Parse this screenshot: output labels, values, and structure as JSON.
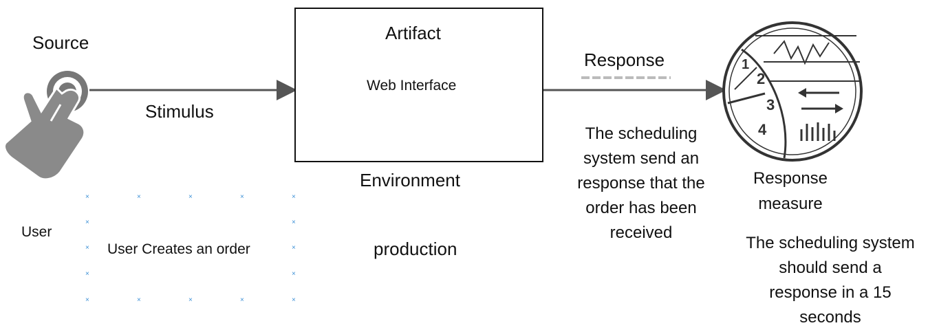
{
  "source": {
    "label": "Source",
    "icon": "touch-hand-icon"
  },
  "stimulus": {
    "label": "Stimulus",
    "value": "User Creates an order",
    "source_value": "User"
  },
  "artifact": {
    "label": "Artifact",
    "value": "Web Interface"
  },
  "environment": {
    "label": "Environment",
    "value": "production"
  },
  "response": {
    "label": "Response",
    "value_lines": [
      "The scheduling",
      "system send an",
      "response that the",
      "order has been",
      "received"
    ]
  },
  "response_measure": {
    "label_lines": [
      "Response",
      "measure"
    ],
    "value_lines": [
      "The scheduling system",
      "should send a",
      "response in a 15",
      "seconds"
    ],
    "icon": "gauge-monitor-icon",
    "gauge_numbers": [
      "1",
      "2",
      "3",
      "4"
    ]
  },
  "colors": {
    "line": "#555555",
    "icon": "#8a8a8a",
    "dots": "#3a8fd6"
  }
}
